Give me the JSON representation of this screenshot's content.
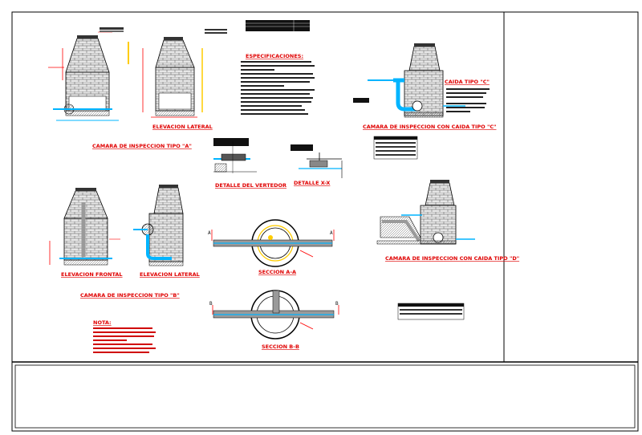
{
  "titles": {
    "camara_a": "CAMARA DE INSPECCION TIPO \"A\"",
    "elevacion_lateral_a": "ELEVACION LATERAL",
    "especificaciones": "ESPECIFICACIONES:",
    "detalle_vertedor": "DETALLE DEL VERTEDOR",
    "detalle_xx": "DETALLE X-X",
    "camara_caida_c": "CAMARA DE INSPECCION CON CAIDA TIPO \"C\"",
    "caida_tipo_c": "CAIDA TIPO \"C\"",
    "elevacion_frontal": "ELEVACION FRONTAL",
    "elevacion_lateral_b": "ELEVACION LATERAL",
    "camara_b": "CAMARA DE INSPECCION TIPO \"B\"",
    "seccion_aa": "SECCION A-A",
    "seccion_bb": "SECCION B-B",
    "camara_caida_d": "CAMARA DE INSPECCION CON CAIDA TIPO \"D\"",
    "nota": "NOTA:"
  },
  "markers": {
    "a_left": "A",
    "a_right": "A",
    "b_left": "B",
    "b_right": "B"
  },
  "colors": {
    "border": "#000000",
    "title_red": "#e00000",
    "pipe_blue": "#00b4ff",
    "annotation_red": "#ff0000",
    "dim_yellow": "#ffcc00",
    "pipe_gray": "#9a9a9a"
  }
}
